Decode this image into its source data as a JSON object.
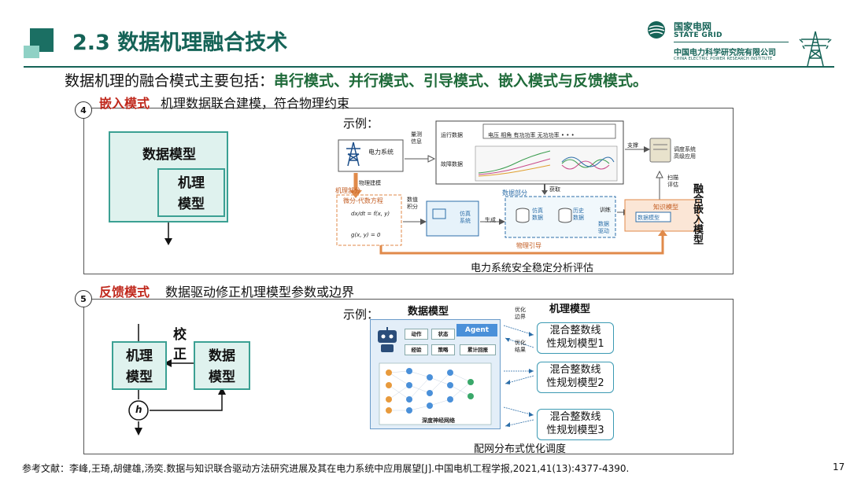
{
  "header": {
    "title": "2.3 数据机理融合技术",
    "logo_cn": "国家电网",
    "logo_en": "STATE GRID",
    "institute_cn": "中国电力科学研究院有限公司",
    "institute_en": "CHINA ELECTRIC POWER RESEARCH INSTITUTE"
  },
  "intro": {
    "prefix": "数据机理的融合模式主要包括：",
    "modes": "串行模式、并行模式、引导模式、嵌入模式与反馈模式。"
  },
  "panel4": {
    "number": "4",
    "title": "嵌入模式",
    "desc": "机理数据联合建模，符合物理约束",
    "left_outer": "数据模型",
    "left_inner_line1": "机理",
    "left_inner_line2": "模型",
    "example_label": "示例：",
    "diagram": {
      "power_system": "电力系统",
      "measure_info": "量测\n信息",
      "run_data": "运行数据",
      "run_items": "电压    相角    有功功率    无功功率    • • •",
      "fault_data": "故障数据",
      "support": "支撑",
      "dispatch": "调度系统\n高级应用",
      "physical_modeling": "物理建模",
      "get": "获取",
      "mech_part": "机理部分",
      "dae_title": "微分-代数方程",
      "eq1": "dx/dt = f(x, y)",
      "eq2": "g(x, y) = 0",
      "numeric_integral": "数值\n积分",
      "sim_system": "仿真\n系统",
      "generate": "生成",
      "data_part": "数据部分",
      "sim_data": "仿真\n数据",
      "hist_data": "历史\n数据",
      "train": "训练",
      "data_driven": "数据\n驱动",
      "knowledge_model": "知识模型",
      "data_model": "数据模型",
      "scan_eval": "扫描\n评估",
      "physics_guide": "物理引导",
      "fusion_embed": "融合嵌入模型",
      "caption": "电力系统安全稳定分析评估"
    }
  },
  "panel5": {
    "number": "5",
    "title": "反馈模式",
    "desc": "数据驱动修正机理模型参数或边界",
    "mech_line1": "机理",
    "mech_line2": "模型",
    "data_line1": "数据",
    "data_line2": "模型",
    "correct_1": "校",
    "correct_2": "正",
    "h_symbol": "h",
    "example_label": "示例：",
    "diagram": {
      "data_model_title": "数据模型",
      "mech_model_title": "机理模型",
      "agent": "Agent",
      "tags": [
        "动作",
        "状态",
        "经验",
        "策略",
        "累计回报"
      ],
      "dnn": "深度神经网络",
      "opt_boundary": "优化\n边界",
      "opt_result": "优化\n结果",
      "mip1": "混合整数线\n性规划模型1",
      "mip2": "混合整数线\n性规划模型2",
      "mip3": "混合整数线\n性规划模型3",
      "caption": "配网分布式优化调度"
    }
  },
  "footer": {
    "reference": "参考文献：李峰,王琦,胡健雄,汤奕.数据与知识联合驱动方法研究进展及其在电力系统中应用展望[J].中国电机工程学报,2021,41(13):4377-4390.",
    "page": "17"
  },
  "colors": {
    "brand_green": "#156357",
    "accent_red": "#c0291d",
    "teal_fill": "#dff2ee",
    "orange": "#e08a4a",
    "blue": "#2c6ea8"
  }
}
